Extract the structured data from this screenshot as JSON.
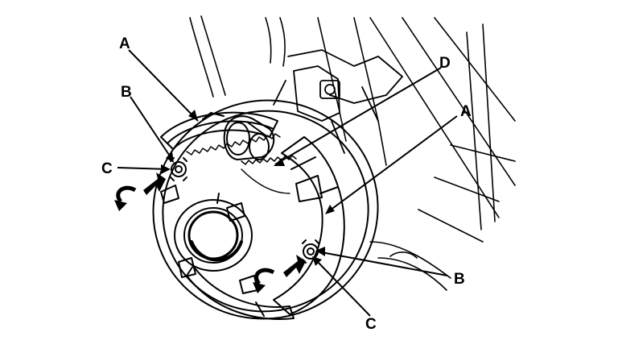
{
  "callouts": {
    "a_top": "A",
    "a_right": "A",
    "b_top": "B",
    "b_right": "B",
    "c_left": "C",
    "c_bottom": "C",
    "d": "D"
  },
  "colors": {
    "ink": "#000000",
    "background": "#ffffff"
  }
}
